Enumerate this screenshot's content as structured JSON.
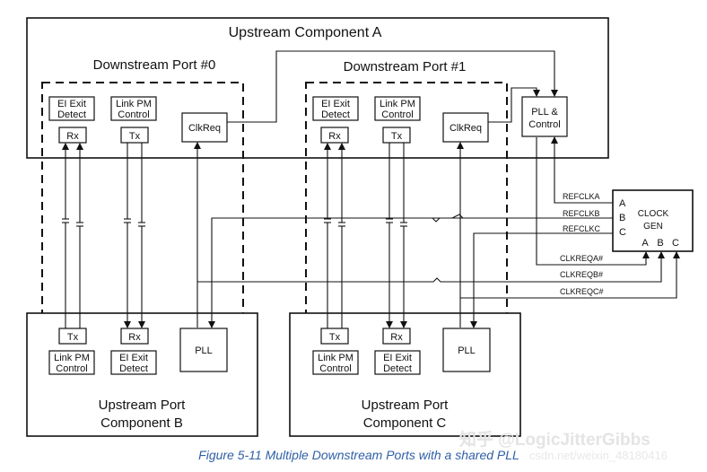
{
  "upstream_component": {
    "title": "Upstream Component A"
  },
  "downstream_ports": [
    {
      "title": "Downstream Port #0",
      "ei_exit": [
        "EI Exit",
        "Detect"
      ],
      "link_pm": [
        "Link PM",
        "Control"
      ],
      "rx": "Rx",
      "tx": "Tx",
      "clkreq": "ClkReq"
    },
    {
      "title": "Downstream Port #1",
      "ei_exit": [
        "EI Exit",
        "Detect"
      ],
      "link_pm": [
        "Link PM",
        "Control"
      ],
      "rx": "Rx",
      "tx": "Tx",
      "clkreq": "ClkReq"
    }
  ],
  "pll_control": [
    "PLL &",
    "Control"
  ],
  "clock_gen": {
    "title": [
      "CLOCK",
      "GEN"
    ],
    "left_pins": [
      "A",
      "B",
      "C"
    ],
    "bottom_pins": [
      "A",
      "B",
      "C"
    ],
    "refclk_labels": [
      "REFCLKA",
      "REFCLKB",
      "REFCLKC"
    ],
    "clkreq_labels": [
      "CLKREQA#",
      "CLKREQB#",
      "CLKREQC#"
    ]
  },
  "upstream_ports": [
    {
      "title": [
        "Upstream Port",
        "Component B"
      ],
      "tx": "Tx",
      "rx": "Rx",
      "link_pm": [
        "Link PM",
        "Control"
      ],
      "ei_exit": [
        "EI Exit",
        "Detect"
      ],
      "pll": "PLL"
    },
    {
      "title": [
        "Upstream Port",
        "Component C"
      ],
      "tx": "Tx",
      "rx": "Rx",
      "link_pm": [
        "Link PM",
        "Control"
      ],
      "ei_exit": [
        "EI Exit",
        "Detect"
      ],
      "pll": "PLL"
    }
  ],
  "caption": "Figure 5-11  Multiple Downstream Ports with a shared PLL",
  "watermark": {
    "main": "知乎 @LogicJitterGibbs",
    "sub": "csdn.net/weixin_48180416"
  }
}
